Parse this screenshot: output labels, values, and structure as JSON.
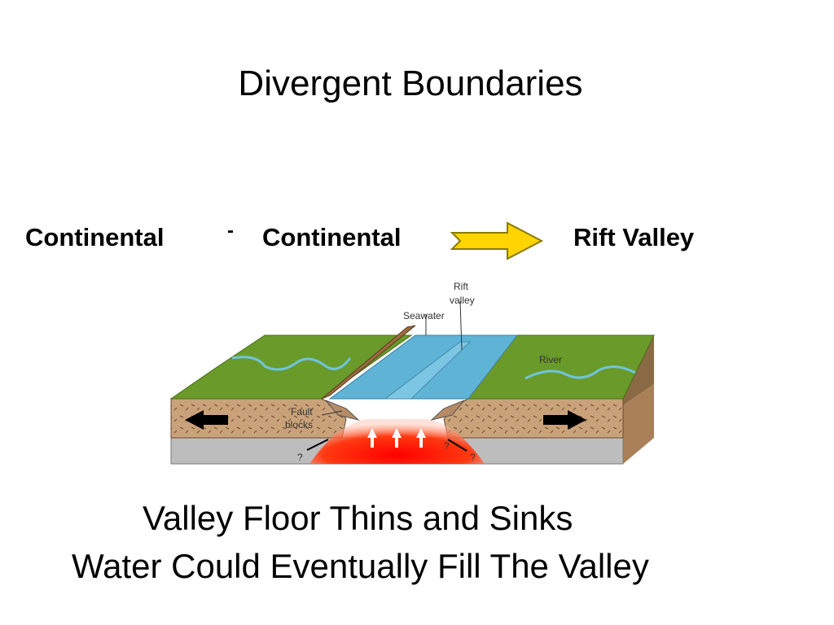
{
  "slide": {
    "title": "Divergent Boundaries",
    "row": {
      "left_label": "Continental",
      "separator": "-",
      "middle_label": "Continental",
      "right_label": "Rift Valley"
    },
    "diagram": {
      "label_rift_valley_line1": "Rift",
      "label_rift_valley_line2": "valley",
      "label_seawater": "Seawater",
      "label_river": "River",
      "label_fault_blocks_line1": "Fault",
      "label_fault_blocks_line2": "blocks",
      "label_question_left": "?",
      "label_question_right": "?"
    },
    "caption_line1": "Valley Floor Thins and Sinks",
    "caption_line2": "Water Could Eventually Fill The Valley"
  },
  "colors": {
    "arrow_fill": "#FFD400",
    "arrow_stroke": "#8a7a00",
    "grass": "#6a9a2a",
    "crust": "#c9a27a",
    "mantle": "#bfbfbf",
    "water": "#5fb4d6",
    "magma": "#ff2a00"
  },
  "icons": [
    "right-arrow-icon",
    "left-push-arrow-icon",
    "right-push-arrow-icon",
    "magma-up-arrow-icon"
  ]
}
